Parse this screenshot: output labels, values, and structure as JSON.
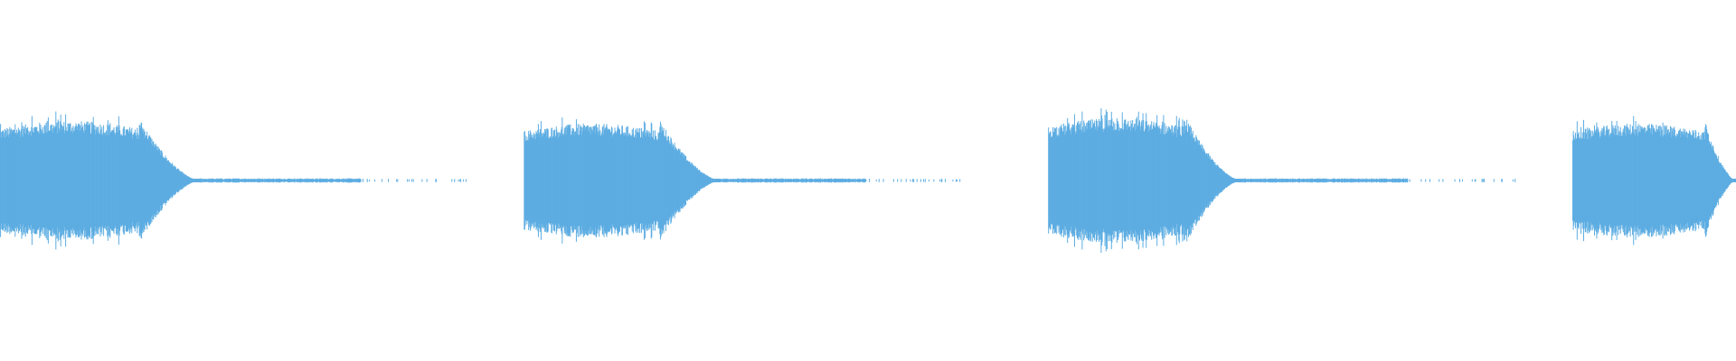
{
  "waveform": {
    "color": "#5dade2",
    "background": "#ffffff",
    "segments": [
      {
        "start": 0.0,
        "burst_end": 0.08,
        "decay_end": 0.115,
        "tail_end": 0.27,
        "peak": 0.44
      },
      {
        "start": 0.302,
        "burst_end": 0.38,
        "decay_end": 0.415,
        "tail_end": 0.555,
        "peak": 0.42
      },
      {
        "start": 0.604,
        "burst_end": 0.682,
        "decay_end": 0.715,
        "tail_end": 0.875,
        "peak": 0.46
      },
      {
        "start": 0.906,
        "burst_end": 0.982,
        "decay_end": 1.0,
        "tail_end": 1.0,
        "peak": 0.42
      }
    ]
  }
}
